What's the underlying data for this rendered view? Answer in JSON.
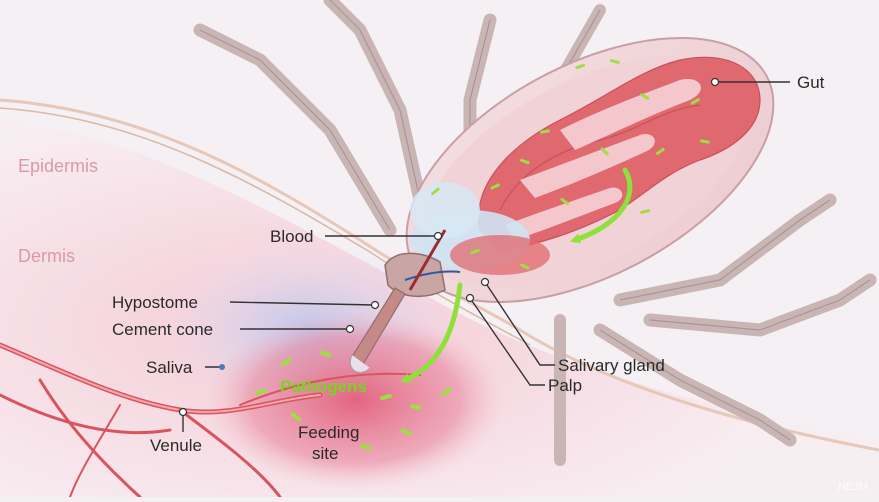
{
  "diagram": {
    "labels": {
      "gut": "Gut",
      "epidermis": "Epidermis",
      "dermis": "Dermis",
      "blood": "Blood",
      "hypostome": "Hypostome",
      "cement_cone": "Cement cone",
      "saliva": "Saliva",
      "pathogens": "Pathogens",
      "salivary_gland": "Salivary gland",
      "palp": "Palp",
      "venule": "Venule",
      "feeding_site_line1": "Feeding",
      "feeding_site_line2": "site"
    },
    "watermark": "NEJM"
  },
  "colors": {
    "epidermis_text": "#d99aa8",
    "dermis_text": "#d99aa8",
    "saliva_text": "#4a78b8",
    "pathogens_text": "#7ad321",
    "pathogen_arrow": "#8ee03a",
    "gut_fill": "#e0686f",
    "vessel": "#d9545e"
  }
}
